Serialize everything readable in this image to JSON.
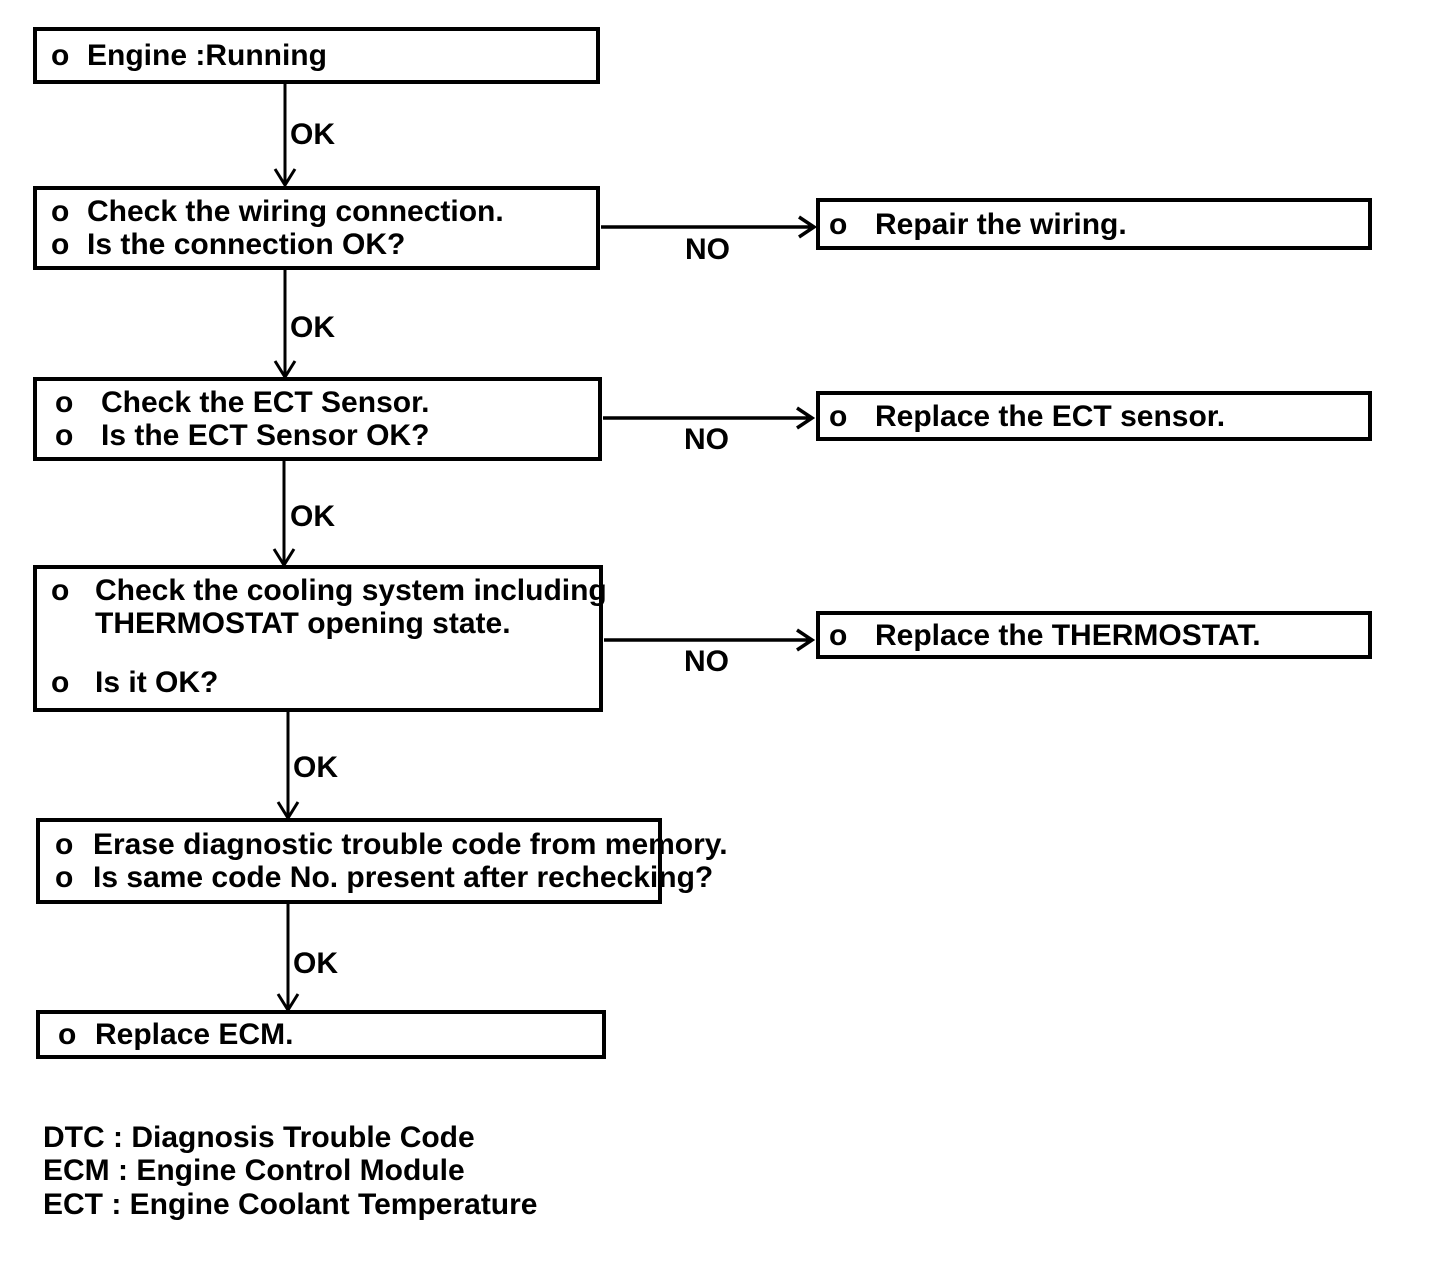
{
  "flowchart": {
    "bullet": "o",
    "connectors": {
      "ok": "OK",
      "no": "NO"
    },
    "boxes": {
      "engine": {
        "line1": "Engine :Running"
      },
      "wiring": {
        "line1": "Check the wiring connection.",
        "line2": "Is the connection OK?"
      },
      "ect": {
        "line1": "Check the ECT Sensor.",
        "line2": "Is the ECT Sensor OK?"
      },
      "cooling": {
        "line1": "Check the cooling system including",
        "line2": "THERMOSTAT opening state.",
        "line3": "Is it OK?"
      },
      "erase": {
        "line1": "Erase diagnostic trouble code from memory.",
        "line2": "Is same code No. present after rechecking?"
      },
      "ecm": {
        "line1": "Replace ECM."
      }
    },
    "actions": {
      "repair_wiring": {
        "label": "Repair the wiring."
      },
      "replace_ect": {
        "label": "Replace the ECT sensor."
      },
      "replace_thermostat": {
        "label": "Replace the THERMOSTAT."
      }
    },
    "legend": {
      "line1": "DTC : Diagnosis Trouble Code",
      "line2": "ECM : Engine Control Module",
      "line3": "ECT : Engine Coolant Temperature"
    },
    "colors": {
      "ink": "#000000",
      "background": "#ffffff"
    }
  }
}
